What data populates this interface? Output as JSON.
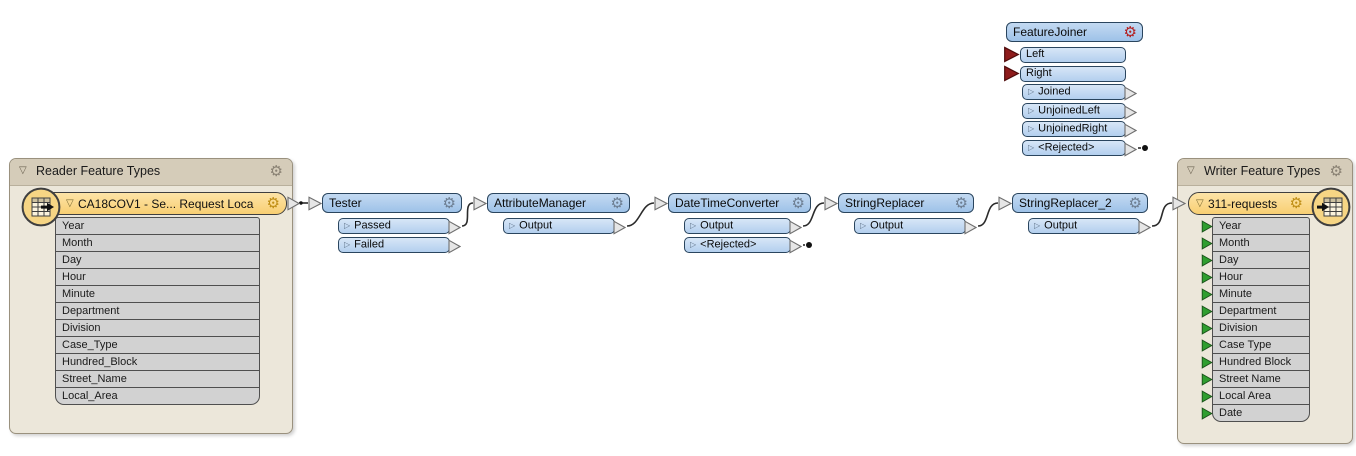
{
  "icons": {
    "gear": "⚙",
    "collapse": "▽",
    "port": "▷"
  },
  "reader_panel": {
    "title": "Reader Feature Types"
  },
  "reader_node": {
    "title": "CA18COV1 - Se... Request Loca",
    "attributes": [
      "Year",
      "Month",
      "Day",
      "Hour",
      "Minute",
      "Department",
      "Division",
      "Case_Type",
      "Hundred_Block",
      "Street_Name",
      "Local_Area"
    ]
  },
  "writer_panel": {
    "title": "Writer Feature Types"
  },
  "writer_node": {
    "title": "311-requests",
    "attributes": [
      "Year",
      "Month",
      "Day",
      "Hour",
      "Minute",
      "Department",
      "Division",
      "Case Type",
      "Hundred Block",
      "Street Name",
      "Local Area",
      "Date"
    ]
  },
  "transformers": [
    {
      "name": "Tester",
      "ports": [
        "Passed",
        "Failed"
      ]
    },
    {
      "name": "AttributeManager",
      "ports": [
        "Output"
      ]
    },
    {
      "name": "DateTimeConverter",
      "ports": [
        "Output",
        "<Rejected>"
      ]
    },
    {
      "name": "StringReplacer",
      "ports": [
        "Output"
      ]
    },
    {
      "name": "StringReplacer_2",
      "ports": [
        "Output"
      ]
    },
    {
      "name": "FeatureJoiner",
      "inputs": [
        "Left",
        "Right"
      ],
      "ports": [
        "Joined",
        "UnjoinedLeft",
        "UnjoinedRight",
        "<Rejected>"
      ]
    }
  ],
  "colors": {
    "transformer_fill": "#aecdee",
    "transformer_border": "#2a455e",
    "feature_type_fill": "#fbd98b",
    "panel_fill": "#ece7da",
    "panel_header_fill": "#d5ccb9",
    "wire": "#2b2b2b",
    "unconnected_input": "#8e1b1b",
    "writer_port_green": "#2f9e2f",
    "attention_gear_red": "#b41f1f",
    "attribute_row_fill": "#d2d2d2"
  }
}
